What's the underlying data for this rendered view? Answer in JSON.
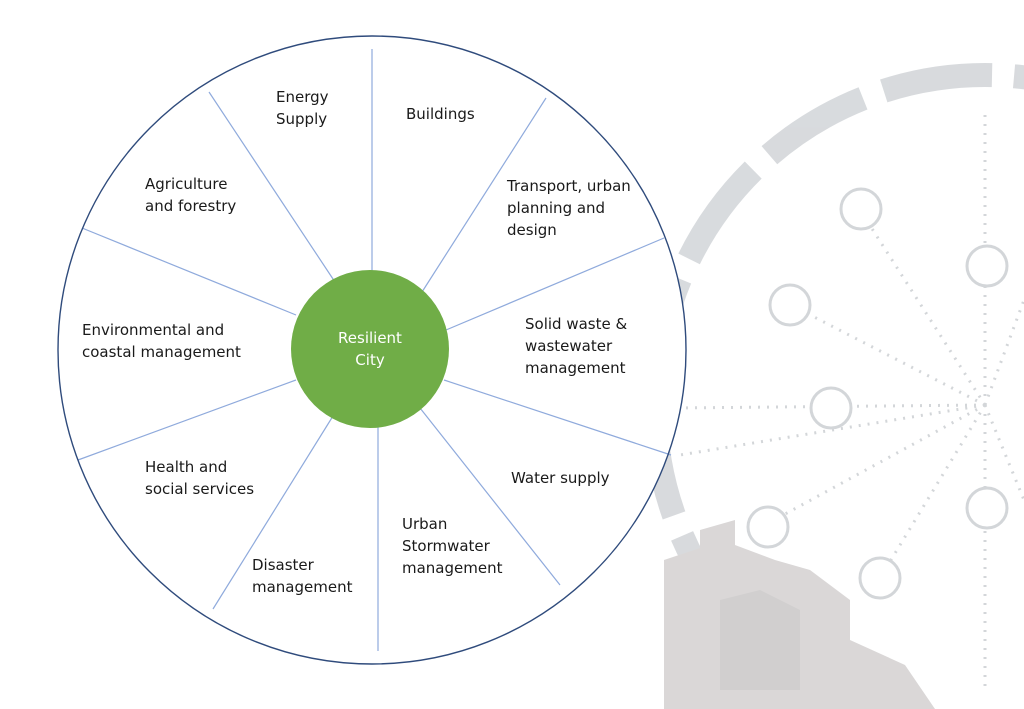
{
  "diagram": {
    "center": {
      "label": "Resilient\nCity",
      "fill": "#70AD47",
      "text_color": "#ffffff"
    },
    "sectors": [
      {
        "id": "energy-supply",
        "label": "Energy\nSupply"
      },
      {
        "id": "buildings",
        "label": "Buildings"
      },
      {
        "id": "transport",
        "label": "Transport, urban\nplanning and\ndesign"
      },
      {
        "id": "solid-waste",
        "label": "Solid waste &\nwastewater\nmanagement"
      },
      {
        "id": "water-supply",
        "label": "Water supply"
      },
      {
        "id": "urban-stormwater",
        "label": "Urban\nStormwater\nmanagement"
      },
      {
        "id": "disaster-management",
        "label": "Disaster\nmanagement"
      },
      {
        "id": "health-social",
        "label": "Health and\nsocial services"
      },
      {
        "id": "environmental-coastal",
        "label": "Environmental and\ncoastal management"
      },
      {
        "id": "agriculture-forestry",
        "label": "Agriculture\nand forestry"
      }
    ],
    "colors": {
      "outer_ring": "#2F4B7C",
      "spokes": "#8FAADC",
      "background_graphic": "#D0D3D6"
    }
  }
}
